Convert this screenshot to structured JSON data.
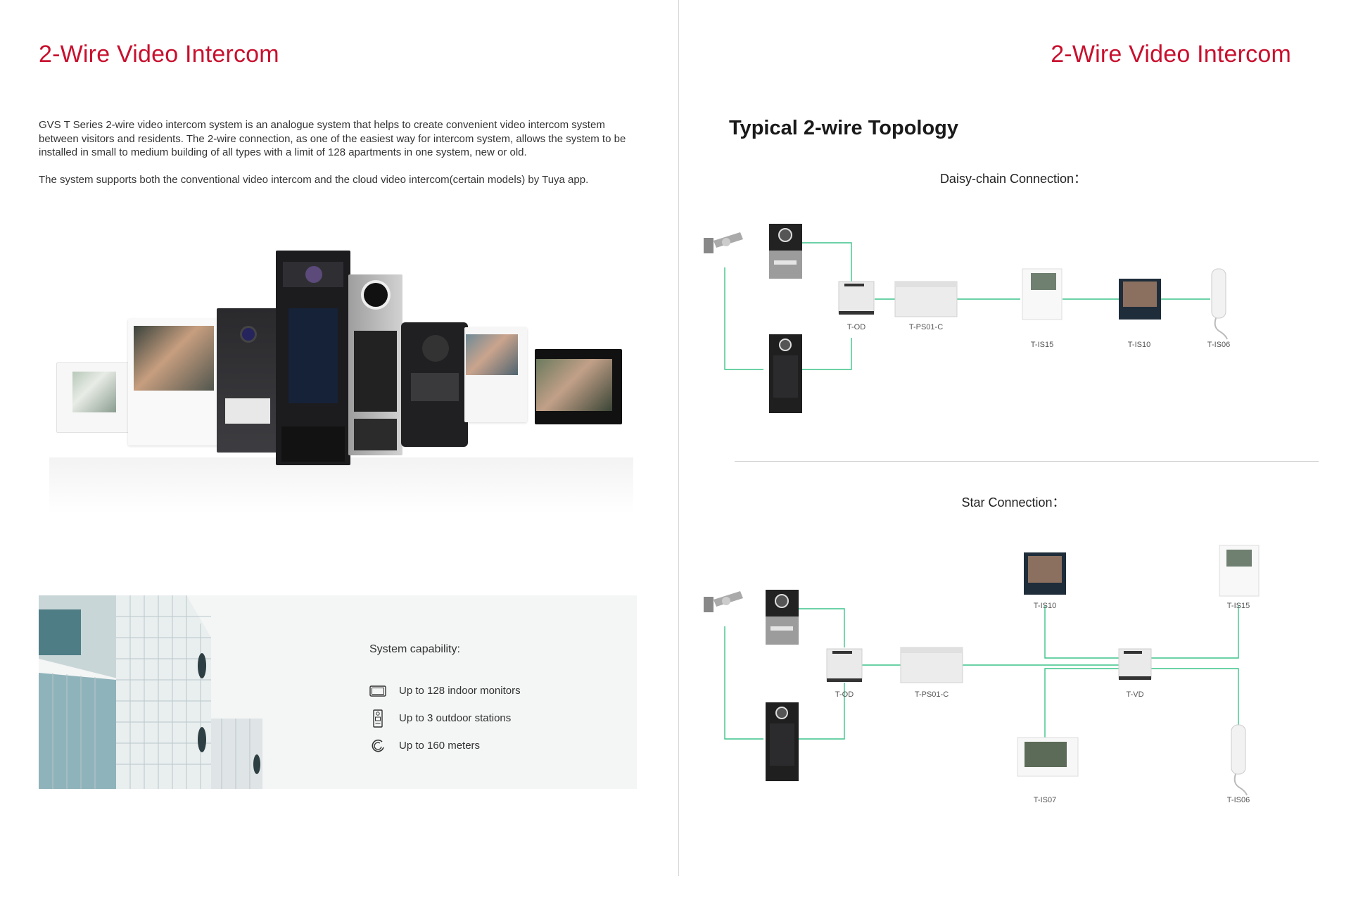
{
  "left": {
    "title": "2-Wire Video Intercom",
    "intro_p1": "GVS T Series 2-wire video intercom system is an analogue system that helps to create convenient video intercom system between visitors and residents. The 2-wire connection, as one of the easiest way for intercom system, allows the system to be installed in small to medium building of all types with a limit of 128 apartments in one system, new or old.",
    "intro_p2": "The system supports both the conventional video intercom and the cloud video intercom(certain models) by Tuya app.",
    "capability": {
      "heading": "System capability:",
      "items": [
        {
          "icon": "monitor-icon",
          "text": "Up to 128 indoor monitors"
        },
        {
          "icon": "outdoor-station-icon",
          "text": "Up to 3 outdoor stations"
        },
        {
          "icon": "distance-icon",
          "text": "Up to 160 meters"
        }
      ]
    }
  },
  "right": {
    "title": "2-Wire Video Intercom",
    "section_title": "Typical 2-wire Topology",
    "daisy": {
      "title": "Daisy-chain Connection：",
      "labels": {
        "od": "T-OD",
        "ps": "T-PS01-C",
        "is15": "T-IS15",
        "is10": "T-IS10",
        "is06": "T-IS06"
      }
    },
    "star": {
      "title": "Star Connection：",
      "labels": {
        "od": "T-OD",
        "ps": "T-PS01-C",
        "vd": "T-VD",
        "is10": "T-IS10",
        "is15": "T-IS15",
        "is07": "T-IS07",
        "is06": "T-IS06"
      }
    }
  },
  "colors": {
    "accent": "#c8102e",
    "wire": "#3cc48a"
  }
}
